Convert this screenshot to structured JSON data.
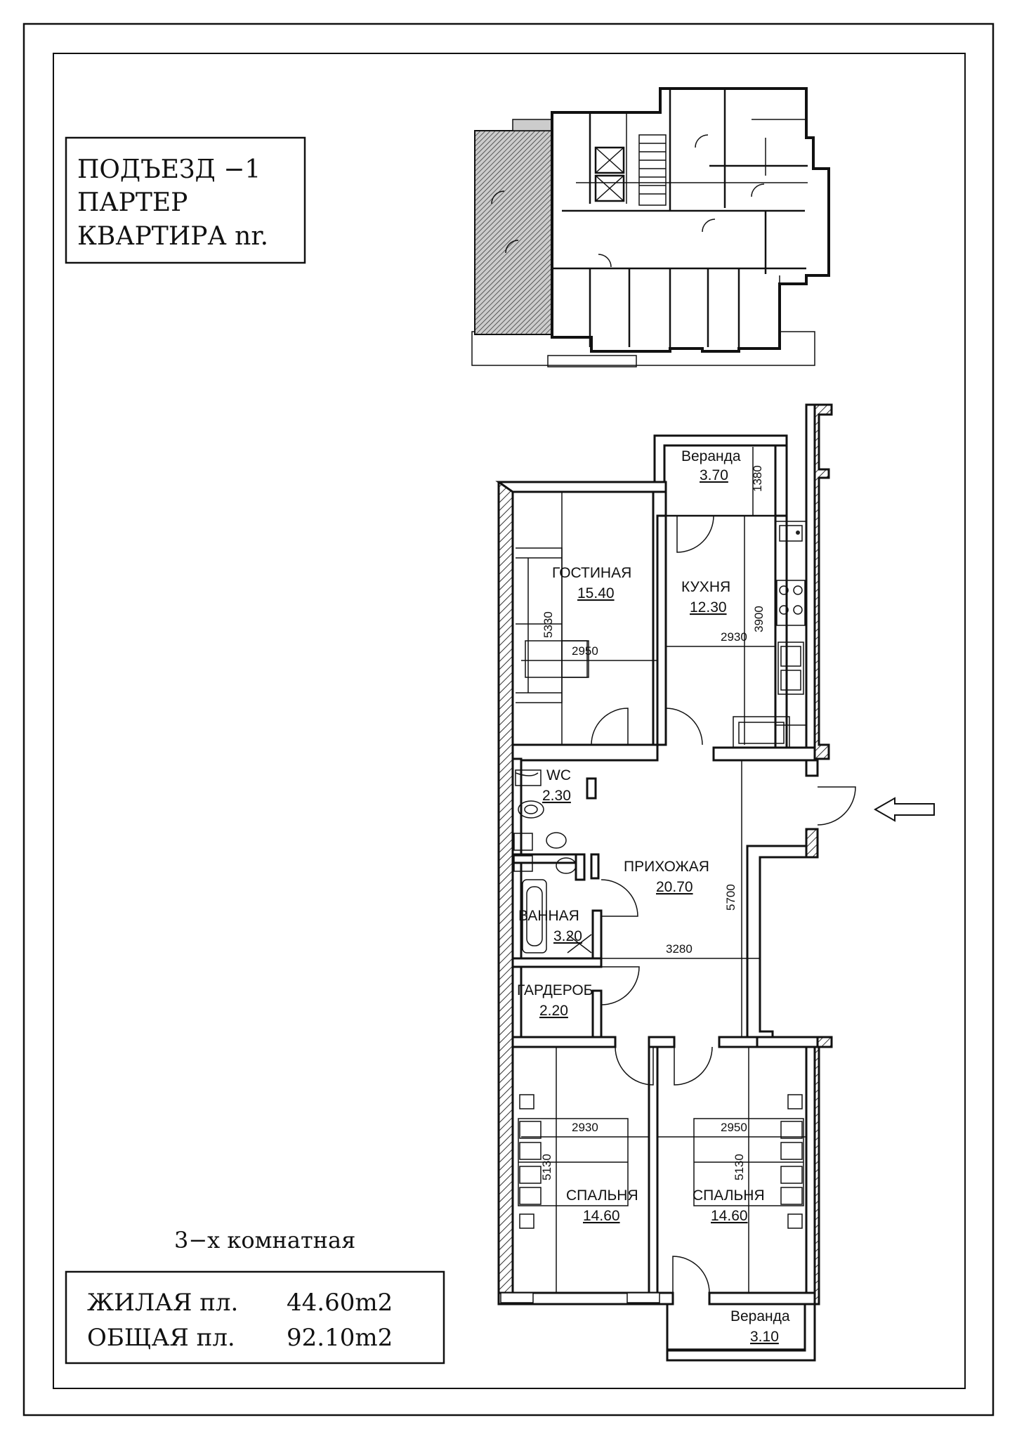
{
  "header": {
    "line1": "ПОДЪЕЗД  −1",
    "line2": "ПАРТЕР",
    "line3": "КВАРТИРА nr."
  },
  "rooms": {
    "veranda_top": {
      "name": "Веранда",
      "area": "3.70"
    },
    "living": {
      "name": "ГОСТИНАЯ",
      "area": "15.40"
    },
    "kitchen": {
      "name": "КУХНЯ",
      "area": "12.30"
    },
    "wc": {
      "name": "WC",
      "area": "2.30"
    },
    "hall": {
      "name": "ПРИХОЖАЯ",
      "area": "20.70"
    },
    "bath": {
      "name": "ВАННАЯ",
      "area": "3.20"
    },
    "wardrobe": {
      "name": "ГАРДЕРОБ",
      "area": "2.20"
    },
    "bedroom1": {
      "name": "СПАЛЬНЯ",
      "area": "14.60"
    },
    "bedroom2": {
      "name": "СПАЛЬНЯ",
      "area": "14.60"
    },
    "veranda_bottom": {
      "name": "Веранда",
      "area": "3.10"
    }
  },
  "dimensions": {
    "veranda_depth": "1380",
    "living_length": "5330",
    "living_width": "2950",
    "kitchen_width": "2930",
    "kitchen_length": "3900",
    "hall_length": "5700",
    "hall_width": "3280",
    "bed1_width": "2930",
    "bed1_length": "5130",
    "bed2_width": "2950",
    "bed2_length": "5130"
  },
  "summary": {
    "type": "3−х комнатная",
    "living_label": "ЖИЛАЯ пл.",
    "living_value": "44.60m2",
    "total_label": "ОБЩАЯ пл.",
    "total_value": "92.10m2"
  }
}
